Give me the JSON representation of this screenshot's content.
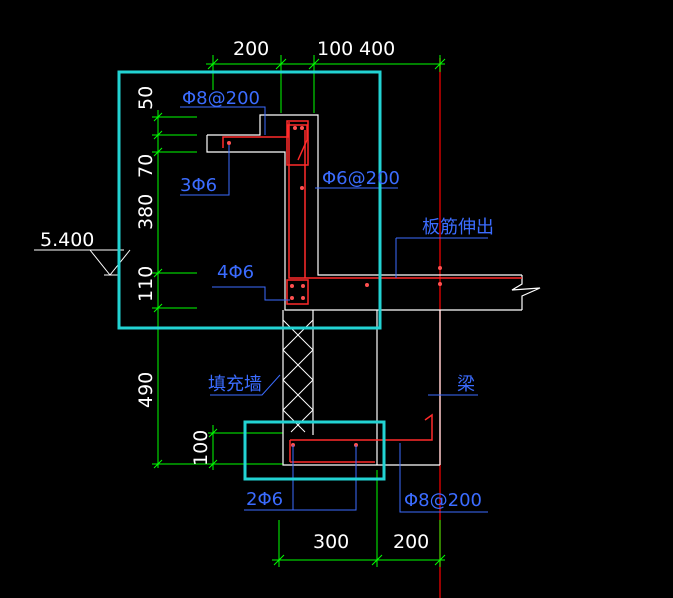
{
  "dimensions": {
    "top_a": "200",
    "top_b": "100",
    "top_c": "400",
    "left_50": "50",
    "left_70": "70",
    "left_380": "380",
    "left_110": "110",
    "left_490": "490",
    "left_100": "100",
    "bottom_a": "300",
    "bottom_b": "200"
  },
  "elevation": "5.400",
  "labels": {
    "rebar_top": "Φ8@200",
    "rebar_3": "3Φ6",
    "rebar_side": "Φ6@200",
    "rebar_4": "4Φ6",
    "slab_extend": "板筋伸出",
    "infill_wall": "填充墙",
    "beam": "梁",
    "rebar_2": "2Φ6",
    "rebar_bottom": "Φ8@200"
  },
  "colors": {
    "background": "#000000",
    "outline": "#ffffff",
    "dimension": "#00ff00",
    "rebar": "#ff2a2a",
    "highlight": "#22d3d3",
    "label": "#3b6cff",
    "axis": "#cc0000"
  }
}
